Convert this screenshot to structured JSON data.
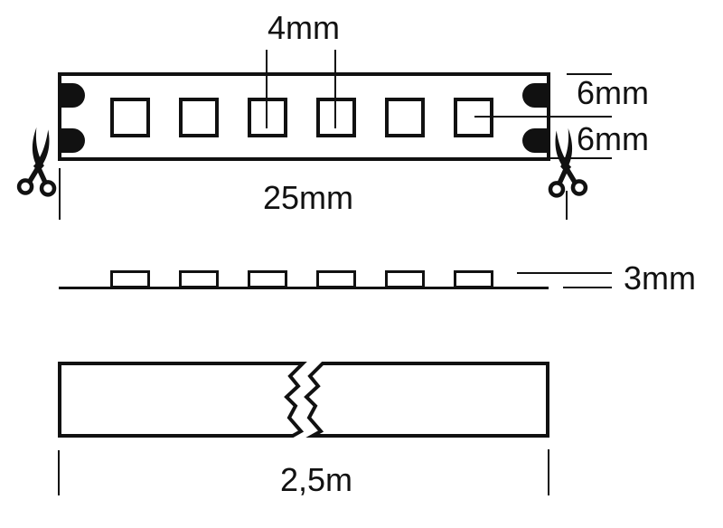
{
  "colors": {
    "line": "#111111",
    "background": "#ffffff"
  },
  "top_view": {
    "pitch_label": "4mm",
    "upper_width_label": "6mm",
    "lower_width_label": "6mm",
    "cut_length_label": "25mm",
    "led_count": 6,
    "solder_pad_count": 4,
    "scissors_icon_count": 2
  },
  "side_view": {
    "height_label": "3mm",
    "led_count": 6
  },
  "length_view": {
    "length_label": "2,5m"
  }
}
